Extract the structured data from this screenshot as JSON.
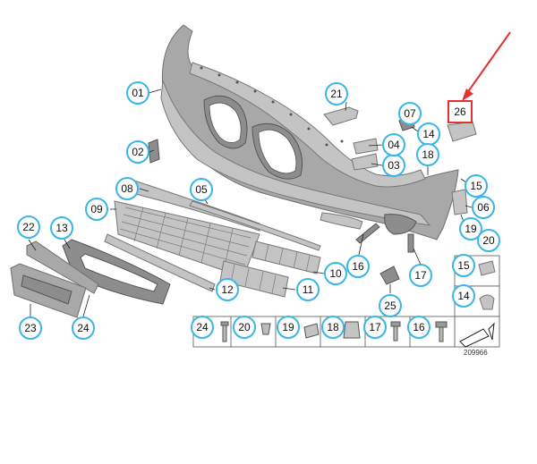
{
  "diagram": {
    "drawing_number": "209966",
    "highlighted_part": "26",
    "arrow_color": "#e53030",
    "callout_color": "#39b6e6",
    "callouts": [
      {
        "id": "c01",
        "label": "01"
      },
      {
        "id": "c02",
        "label": "02"
      },
      {
        "id": "c03",
        "label": "03"
      },
      {
        "id": "c04",
        "label": "04"
      },
      {
        "id": "c05",
        "label": "05"
      },
      {
        "id": "c06",
        "label": "06"
      },
      {
        "id": "c07",
        "label": "07"
      },
      {
        "id": "c08",
        "label": "08"
      },
      {
        "id": "c09",
        "label": "09"
      },
      {
        "id": "c10",
        "label": "10"
      },
      {
        "id": "c11",
        "label": "11"
      },
      {
        "id": "c12",
        "label": "12"
      },
      {
        "id": "c13",
        "label": "13"
      },
      {
        "id": "c14a",
        "label": "14"
      },
      {
        "id": "c14b",
        "label": "14"
      },
      {
        "id": "c15a",
        "label": "15"
      },
      {
        "id": "c15b",
        "label": "15"
      },
      {
        "id": "c16a",
        "label": "16"
      },
      {
        "id": "c16b",
        "label": "16"
      },
      {
        "id": "c17a",
        "label": "17"
      },
      {
        "id": "c17b",
        "label": "17"
      },
      {
        "id": "c18a",
        "label": "18"
      },
      {
        "id": "c18b",
        "label": "18"
      },
      {
        "id": "c19a",
        "label": "19"
      },
      {
        "id": "c19b",
        "label": "19"
      },
      {
        "id": "c20a",
        "label": "20"
      },
      {
        "id": "c20b",
        "label": "20"
      },
      {
        "id": "c21",
        "label": "21"
      },
      {
        "id": "c22",
        "label": "22"
      },
      {
        "id": "c23",
        "label": "23"
      },
      {
        "id": "c24a",
        "label": "24"
      },
      {
        "id": "c24b",
        "label": "24"
      },
      {
        "id": "c25",
        "label": "25"
      },
      {
        "id": "c26",
        "label": "26"
      }
    ]
  }
}
